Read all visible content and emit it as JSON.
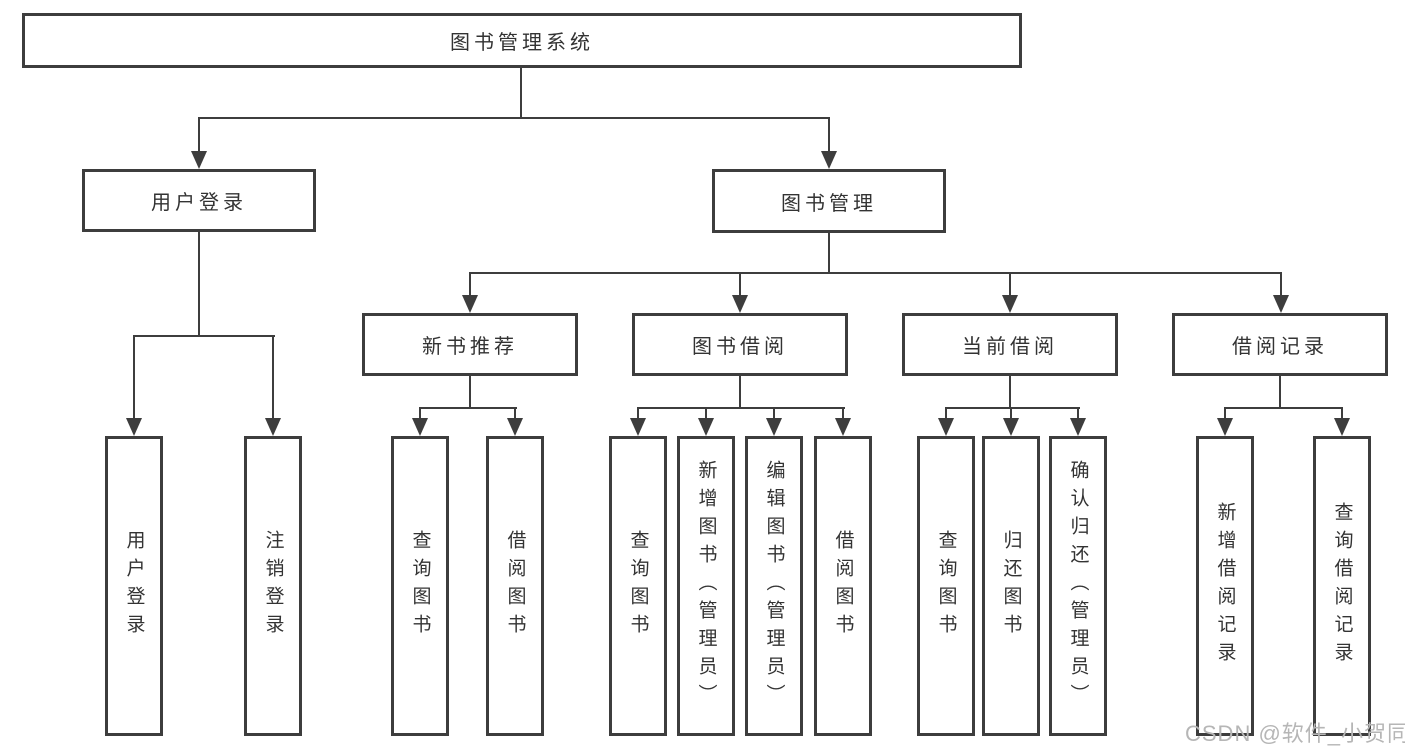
{
  "nodes": {
    "root": {
      "label": "图书管理系统"
    },
    "level2": {
      "user_login": {
        "label": "用户登录"
      },
      "book_mgmt": {
        "label": "图书管理"
      }
    },
    "level3": {
      "new_book_rec": {
        "label": "新书推荐"
      },
      "book_borrow": {
        "label": "图书借阅"
      },
      "current_borrow": {
        "label": "当前借阅"
      },
      "borrow_records": {
        "label": "借阅记录"
      }
    },
    "leaves": {
      "user_login": {
        "label": "用户登录"
      },
      "logout": {
        "label": "注销登录"
      },
      "rec_query_book": {
        "label": "查询图书"
      },
      "rec_borrow_book": {
        "label": "借阅图书"
      },
      "bb_query_book": {
        "label": "查询图书"
      },
      "bb_add_book": {
        "label": "新增图书（管理员）"
      },
      "bb_edit_book": {
        "label": "编辑图书（管理员）"
      },
      "bb_borrow_book": {
        "label": "借阅图书"
      },
      "cb_query_book": {
        "label": "查询图书"
      },
      "cb_return_book": {
        "label": "归还图书"
      },
      "cb_confirm_return": {
        "label": "确认归还（管理员）"
      },
      "br_add_record": {
        "label": "新增借阅记录"
      },
      "br_query_record": {
        "label": "查询借阅记录"
      }
    }
  },
  "watermark": {
    "text": "CSDN @软件_小贺同学"
  },
  "colors": {
    "line": "#3d3d3d",
    "text": "#333333",
    "watermark": "#b6b6b6",
    "background": "#ffffff"
  }
}
